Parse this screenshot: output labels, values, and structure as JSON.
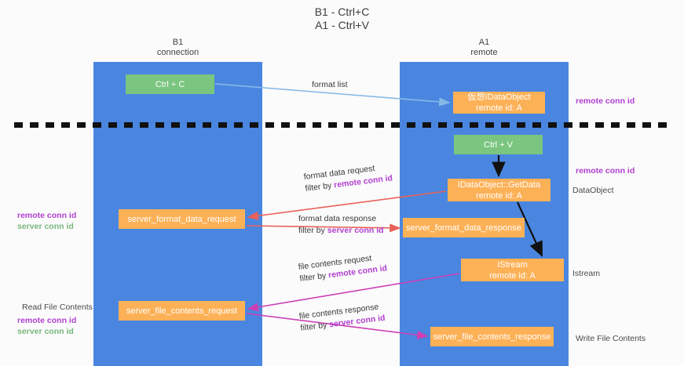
{
  "title": {
    "line1": "B1 - Ctrl+C",
    "line2": "A1 - Ctrl+V"
  },
  "lanes": [
    {
      "name": "B1",
      "sub": "connection"
    },
    {
      "name": "A1",
      "sub": "remote"
    }
  ],
  "nodes": {
    "ctrl_c": {
      "label": "Ctrl + C",
      "color": "#7ac57f"
    },
    "virtual_dataobject": {
      "line1": "仮想IDataObject",
      "line2": "remote id: A",
      "color": "#fdb157"
    },
    "ctrl_v": {
      "label": "Ctrl + V",
      "color": "#7ac57f"
    },
    "getdata": {
      "line1": "IDataObject::GetData",
      "line2": "remote id: A",
      "color": "#fdb157"
    },
    "server_format_data_request": {
      "label": "server_format_data_request",
      "color": "#fdb157"
    },
    "server_format_data_response": {
      "label": "server_format_data_response",
      "color": "#fdb157"
    },
    "istream": {
      "line1": "IStream",
      "line2": "remote id: A",
      "color": "#fdb157"
    },
    "server_file_contents_request": {
      "label": "server_file_contents_request",
      "color": "#fdb157"
    },
    "server_file_contents_response": {
      "label": "server_file_contents_response",
      "color": "#fdb157"
    }
  },
  "edge_labels": {
    "format_list": "format list",
    "format_data_request": {
      "line1": "format data request",
      "filter_prefix": "filter by ",
      "filter_key": "remote conn id"
    },
    "format_data_response": {
      "line1": "format data response",
      "filter_prefix": "filter by ",
      "filter_key": "server conn id"
    },
    "file_contents_request": {
      "line1": "file contents request",
      "filter_prefix": "filter by ",
      "filter_key": "remote conn id"
    },
    "file_contents_response": {
      "line1": "file contents response",
      "filter_prefix": "filter by ",
      "filter_key": "server conn id"
    }
  },
  "annotations": {
    "right_top_remote_conn_id": "remote conn id",
    "right_mid_remote_conn_id": "remote conn id",
    "right_dataobject": "DataObject",
    "right_istream": "Istream",
    "right_write_file_contents": "Write File Contents",
    "left_remote_conn_id": "remote conn id",
    "left_server_conn_id": "server conn id",
    "left_read_file_contents": "Read File Contents",
    "left_lower_remote_conn_id": "remote conn id",
    "left_lower_server_conn_id": "server conn id"
  },
  "colors": {
    "lane": "#4a86e0",
    "green_node": "#7ac57f",
    "orange_node": "#fdb157",
    "purple_text": "#b13fd0",
    "green_text": "#79b77c",
    "arrow_blue": "#86b9e8",
    "arrow_red": "#e8615a",
    "arrow_magenta": "#cc3fb5",
    "arrow_black": "#111111",
    "divider": "#111111"
  }
}
